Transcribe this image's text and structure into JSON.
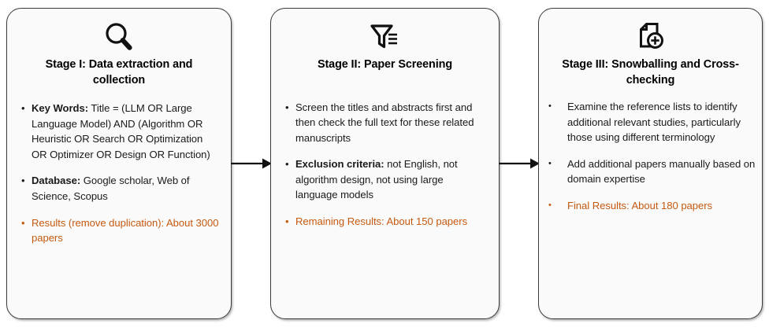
{
  "diagram": {
    "accent_color": "#c55a11",
    "text_color": "#1a1a1a",
    "card_bg": "#fafafa",
    "card_border": "#3b3b3b"
  },
  "stages": [
    {
      "icon": "magnifier-icon",
      "title": "Stage I: Data extraction and collection",
      "bullets": [
        {
          "dot": "•",
          "label": "Key Words:",
          "text": " Title = (LLM OR Large Language Model) AND (Algorithm OR Heuristic OR Search OR Optimization OR Optimizer OR Design OR Function)",
          "accent": false
        },
        {
          "dot": "•",
          "label": "Database:",
          "text": " Google scholar, Web of Science, Scopus",
          "accent": false
        },
        {
          "dot": "•",
          "label": "",
          "text": "Results (remove duplication): About 3000 papers",
          "accent": true
        }
      ]
    },
    {
      "icon": "filter-funnel-icon",
      "title": "Stage II: Paper Screening",
      "bullets": [
        {
          "dot": "•",
          "label": "",
          "text": "Screen the titles and abstracts first and then check the full text for these related manuscripts",
          "accent": false
        },
        {
          "dot": "•",
          "label": "Exclusion criteria:",
          "text": " not English, not algorithm design, not using large language models",
          "accent": false
        },
        {
          "dot": "•",
          "label": "",
          "text": "Remaining Results: About 150 papers",
          "accent": true
        }
      ]
    },
    {
      "icon": "document-add-icon",
      "title": "Stage III: Snowballing and Cross-checking",
      "bullets": [
        {
          "dot": "•",
          "label": "",
          "text": "Examine the reference lists to identify additional relevant studies, particularly those using different terminology",
          "accent": false
        },
        {
          "dot": "•",
          "label": "",
          "text": "Add additional papers manually based on domain expertise",
          "accent": false
        },
        {
          "dot": "•",
          "label": "",
          "text": "Final Results: About 180 papers",
          "accent": true
        }
      ]
    }
  ],
  "connectors": [
    {
      "name": "arrow-stage1-to-stage2"
    },
    {
      "name": "arrow-stage2-to-stage3"
    }
  ]
}
